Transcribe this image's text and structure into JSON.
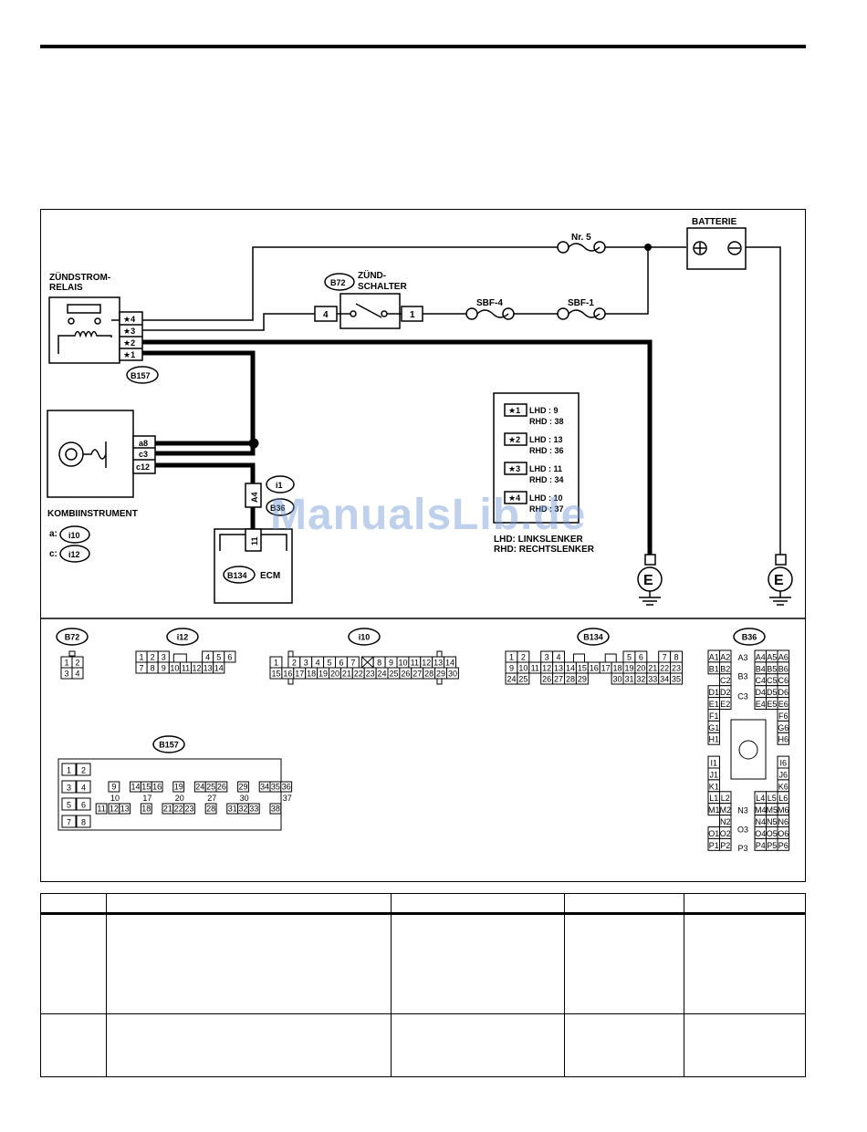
{
  "labels": {
    "relais": [
      "ZÜNDSTROM-",
      "RELAIS"
    ],
    "zuendschalter": [
      "ZÜND-",
      "SCHALTER"
    ],
    "batterie": "BATTERIE",
    "fuse_nr5": "Nr. 5",
    "fuse_sbf4": "SBF-4",
    "fuse_sbf1": "SBF-1",
    "kombi": "KOMBIINSTRUMENT",
    "ecm": "ECM",
    "ground": "E",
    "kombi_conn_a_prefix": "a:",
    "kombi_conn_c_prefix": "c:",
    "lhd_note": "LHD: LINKSLENKER",
    "rhd_note": "RHD: RECHTSLENKER"
  },
  "connectors": {
    "b72": "B72",
    "b157": "B157",
    "b134": "B134",
    "b36": "B36",
    "i1": "i1",
    "i10": "i10",
    "i12": "i12",
    "b36_ecm": "B36"
  },
  "pins": {
    "relais": [
      "★4",
      "★3",
      "★2",
      "★1"
    ],
    "switch_left": "4",
    "switch_right": "1",
    "kombi": [
      "a8",
      "c3",
      "c12"
    ],
    "i1_pin": "A4",
    "ecm_pin": "11"
  },
  "legend": [
    {
      "key": "★1",
      "lhd": "LHD : 9",
      "rhd": "RHD : 38"
    },
    {
      "key": "★2",
      "lhd": "LHD : 13",
      "rhd": "RHD : 36"
    },
    {
      "key": "★3",
      "lhd": "LHD : 11",
      "rhd": "RHD : 34"
    },
    {
      "key": "★4",
      "lhd": "LHD : 10",
      "rhd": "RHD : 37"
    }
  ],
  "connector_views": {
    "b72": {
      "label": "B72",
      "rows": [
        [
          "1",
          "2"
        ],
        [
          "3",
          "4"
        ]
      ]
    },
    "i12": {
      "label": "i12",
      "rows": [
        [
          "1",
          "2",
          "3",
          "",
          "",
          "4",
          "5",
          "6"
        ],
        [
          "7",
          "8",
          "9",
          "10",
          "11",
          "12",
          "13",
          "14"
        ]
      ]
    },
    "i10": {
      "label": "i10",
      "rows": [
        [
          "1",
          "2",
          "3",
          "4",
          "5",
          "6",
          "7",
          "",
          "8",
          "9",
          "10",
          "11",
          "12",
          "13",
          "14"
        ],
        [
          "15",
          "16",
          "17",
          "18",
          "19",
          "20",
          "21",
          "22",
          "23",
          "24",
          "25",
          "26",
          "27",
          "28",
          "29",
          "30"
        ]
      ]
    },
    "b134": {
      "label": "B134",
      "rows": [
        [
          "1",
          "2",
          "",
          "3",
          "4",
          "",
          "",
          "",
          "",
          "",
          "5",
          "6",
          "",
          "7",
          "8"
        ],
        [
          "9",
          "10",
          "11",
          "12",
          "13",
          "14",
          "15",
          "16",
          "17",
          "18",
          "19",
          "20",
          "21",
          "22",
          "23"
        ],
        [
          "24",
          "25",
          "",
          "26",
          "27",
          "28",
          "29",
          "",
          "",
          "30",
          "31",
          "32",
          "33",
          "",
          "34",
          "35"
        ]
      ]
    },
    "b157": {
      "label": "B157",
      "left": [
        [
          "1",
          "2"
        ],
        [
          "3",
          "4"
        ],
        [
          "5",
          "6"
        ],
        [
          "7",
          "8"
        ]
      ],
      "right_rows": [
        [
          "9",
          "14",
          "15",
          "16",
          "19",
          "24",
          "25",
          "26",
          "29",
          "34",
          "35",
          "36"
        ],
        [
          "10",
          "17",
          "20",
          "27",
          "30",
          "37"
        ],
        [
          "11",
          "12",
          "13",
          "18",
          "21",
          "22",
          "23",
          "28",
          "31",
          "32",
          "33",
          "38"
        ]
      ]
    },
    "b36": {
      "label": "B36",
      "left": [
        "A1",
        "A2",
        "B1",
        "B2",
        "C2",
        "D1",
        "D2",
        "E1",
        "E2",
        "F1",
        "G1",
        "H1",
        "I1",
        "J1",
        "K1",
        "L1",
        "L2",
        "M1",
        "M2",
        "N2",
        "O1",
        "O2",
        "P1",
        "P2"
      ],
      "center": [
        "A3",
        "B3",
        "C3",
        "N3",
        "O3",
        "P3"
      ],
      "right": [
        "A4",
        "A5",
        "A6",
        "B4",
        "B5",
        "B6",
        "C4",
        "C5",
        "C6",
        "D4",
        "D5",
        "D6",
        "E4",
        "E5",
        "E6",
        "F6",
        "G6",
        "H6",
        "I6",
        "J6",
        "K6",
        "L4",
        "L5",
        "L6",
        "M4",
        "M5",
        "M6",
        "N4",
        "N5",
        "N6",
        "O4",
        "O5",
        "O6",
        "P4",
        "P5",
        "P6"
      ]
    }
  },
  "watermark": "ManualsLib.de",
  "table": {
    "columns": 5,
    "rows": 2
  }
}
